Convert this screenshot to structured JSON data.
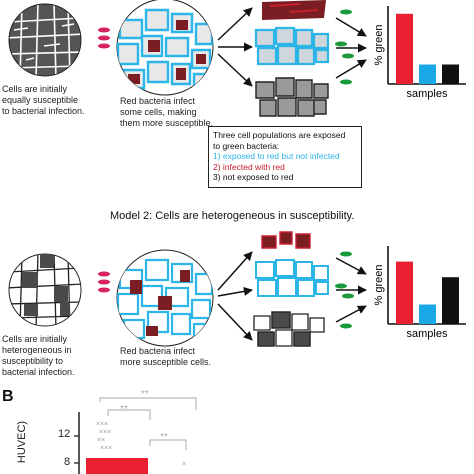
{
  "model1": {
    "caption_left": [
      "Cells are initially",
      "equally susceptible",
      "to bacterial infection."
    ],
    "caption_mid": [
      "Red bacteria infect",
      "some cells, making",
      "them more susceptible."
    ],
    "legend": {
      "heading": [
        "Three cell populations are exposed",
        "to green bacteria:"
      ],
      "items": [
        {
          "text": "1) exposed to red but not infected",
          "color": "#2bb5e8"
        },
        {
          "text": "2) infected with red",
          "color": "#c8202f"
        },
        {
          "text": "3) not exposed to red",
          "color": "#111111"
        }
      ]
    },
    "chart": {
      "ylabel": "% green",
      "xlabel": "samples",
      "values": [
        0.9,
        0.25,
        0.25
      ],
      "colors": [
        "#e8202f",
        "#1aa9e6",
        "#111111"
      ]
    }
  },
  "model2": {
    "title": "Model 2: Cells are heterogeneous in susceptibility.",
    "caption_left": [
      "Cells are initially",
      "heterogeneous in",
      "susceptibility to",
      "bacterial infection."
    ],
    "caption_mid": [
      "Red bacteria infect",
      "more susceptible cells."
    ],
    "chart": {
      "ylabel": "% green",
      "xlabel": "samples",
      "values": [
        0.8,
        0.25,
        0.6
      ],
      "colors": [
        "#e8202f",
        "#1aa9e6",
        "#111111"
      ]
    }
  },
  "panelB": {
    "letter": "B",
    "ylabel": "HUVEC)",
    "ticks": [
      "12",
      "8"
    ],
    "sig_labels": [
      "**",
      "**",
      "**"
    ],
    "bar_color": "#e8202f"
  },
  "colors": {
    "blue": "#2bb5e8",
    "red": "#c8202f",
    "dark_red": "#7a1e23",
    "pink": "#d6245c",
    "green": "#1a9a3a",
    "grey": "#8a8a8a"
  }
}
